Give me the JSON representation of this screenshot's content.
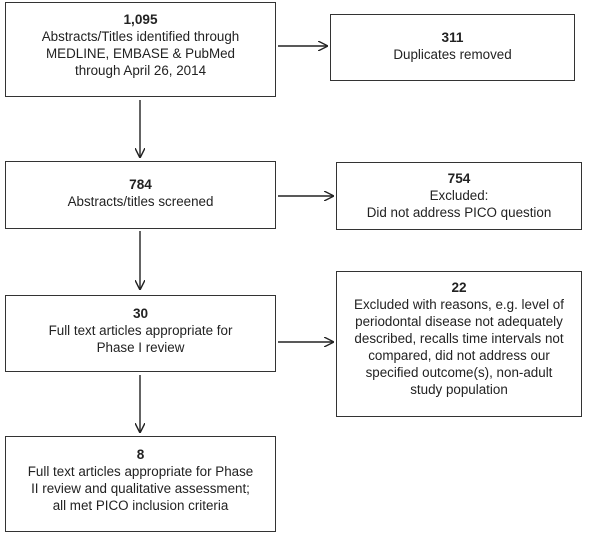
{
  "boxes": {
    "identified": {
      "count": "1,095",
      "lines": [
        "Abstracts/Titles identified through",
        "MEDLINE, EMBASE & PubMed",
        "through April 26, 2014"
      ]
    },
    "duplicates": {
      "count": "311",
      "lines": [
        "Duplicates removed"
      ]
    },
    "screened": {
      "count": "784",
      "lines": [
        "Abstracts/titles screened"
      ]
    },
    "excluded_pico": {
      "count": "754",
      "lines": [
        "Excluded:",
        "Did not address PICO question"
      ]
    },
    "phase1": {
      "count": "30",
      "lines": [
        "Full text articles appropriate for",
        "Phase I review"
      ]
    },
    "excluded_reasons": {
      "count": "22",
      "lines": [
        "Excluded with reasons, e.g. level of",
        "periodontal disease not adequately",
        "described, recalls time intervals not",
        "compared, did not address our",
        "specified outcome(s), non-adult",
        "study population"
      ]
    },
    "phase2": {
      "count": "8",
      "lines": [
        "Full text articles appropriate for Phase",
        "II review and qualitative assessment;",
        "all met PICO inclusion criteria"
      ]
    }
  },
  "colors": {
    "border": "#333333",
    "arrow": "#222222",
    "text": "#222222"
  }
}
